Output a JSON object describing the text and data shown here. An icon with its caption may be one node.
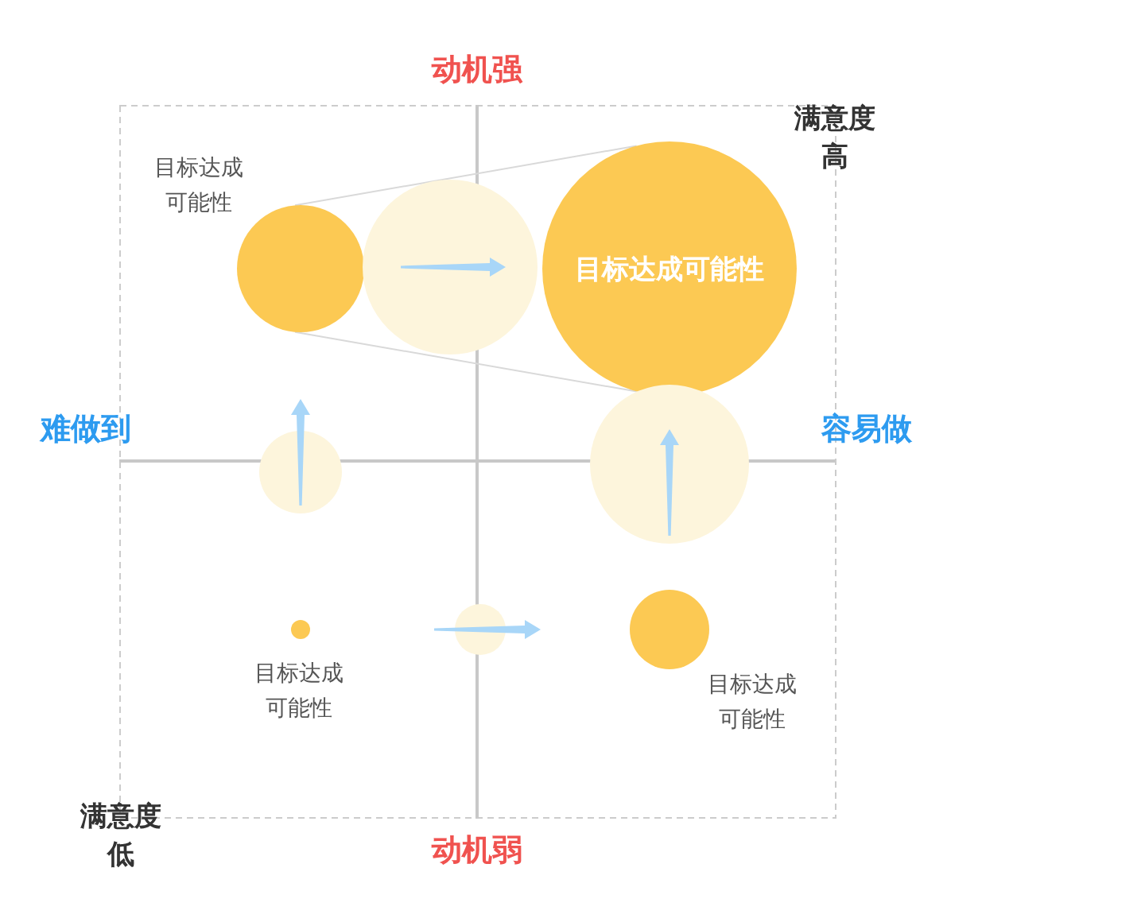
{
  "diagram": {
    "nodes": [
      {
        "text": [],
        "shape": "circle",
        "beside": [
          "目标达成可能性"
        ]
      },
      {
        "text": [],
        "shape": "circle"
      },
      {
        "text": [
          "目标达成可能性"
        ]
      },
      {
        "text": [],
        "shape": "circle"
      },
      {
        "text": [],
        "shape": "circle"
      },
      {
        "text": [],
        "shape": "circle",
        "beside": [
          "目标达成可能性"
        ]
      },
      {
        "text": [],
        "shape": "circle"
      },
      {
        "text": [],
        "shape": "circle",
        "beside": [
          "目标达成可能性"
        ]
      }
    ],
    "edges": [
      {
        "from": 0,
        "to": 2,
        "arrow": "none"
      },
      {
        "from": 0,
        "to": 2,
        "arrow": "none"
      }
    ],
    "labels": [
      "动机强",
      "满意度高",
      "难做到",
      "容易做",
      "满意度低",
      "动机弱"
    ]
  }
}
